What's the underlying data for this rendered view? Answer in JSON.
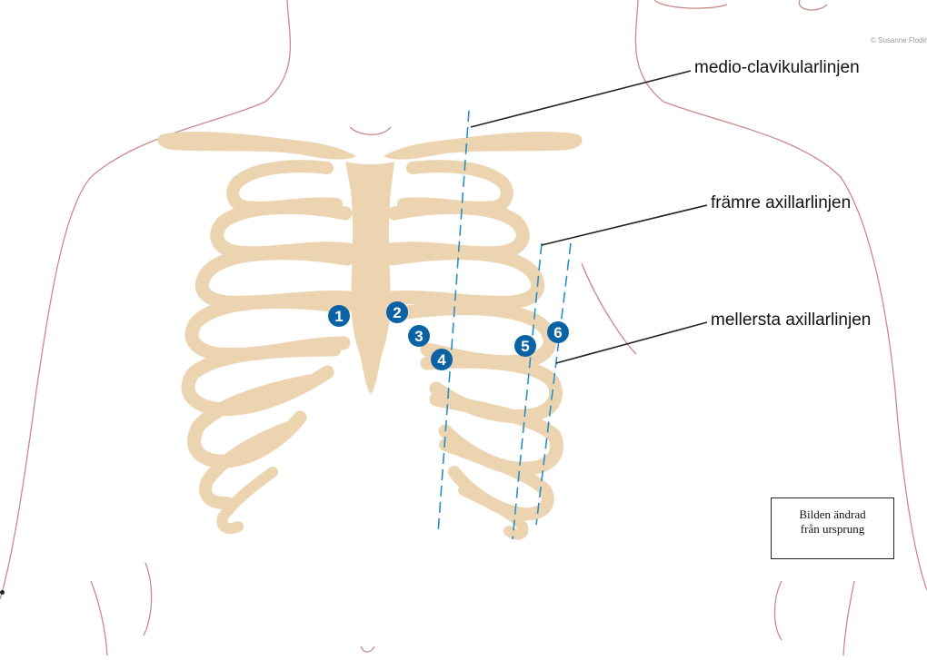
{
  "credit": "© Susanne Flodin",
  "lines": {
    "midclavicular": "medio-clavikularlinjen",
    "anterior_axillary": "främre axillarlinjen",
    "mid_axillary": "mellersta axillarlinjen"
  },
  "electrodes": [
    "1",
    "2",
    "3",
    "4",
    "5",
    "6"
  ],
  "note": {
    "line1": "Bilden ändrad",
    "line2": "från ursprung"
  },
  "colors": {
    "bone": "#ecd4b0",
    "skin_outline": "#c98a8a",
    "electrode": "#0b62a4",
    "guide_line": "#2a8fc4"
  }
}
